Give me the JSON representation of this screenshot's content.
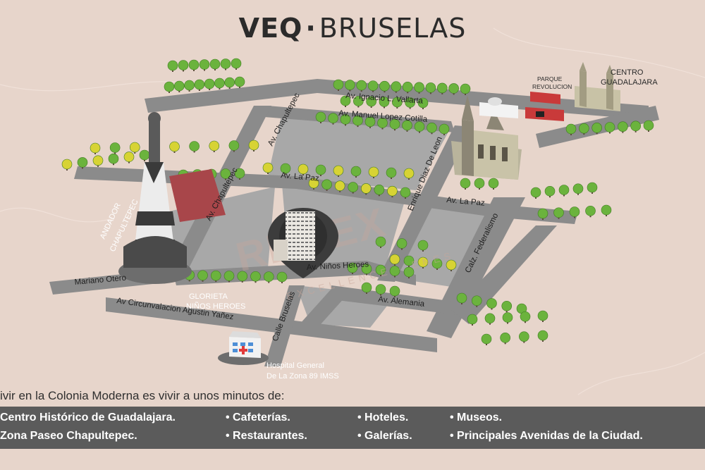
{
  "header": {
    "brand": "VEQ",
    "separator": "·",
    "name": "BRUSELAS"
  },
  "map": {
    "roads": {
      "vallarta": "Av. Ignacio L. Vallarta",
      "manuel_lopez_cotilla": "Av. Manuel Lopez Cotilla",
      "chapultepec_upper": "Av. Chapultepec",
      "chapultepec_lower": "Av. Chapultepec",
      "la_paz_left": "Av. La Paz",
      "la_paz_right": "Av. La Paz",
      "enrique_diaz_de_leon": "Enrique Diaz De Leon",
      "federalismo": "Calz. Federalismo",
      "ninos_heroes": "Av. Niños Heroes",
      "alemania": "Av. Alemania",
      "mariano_otero": "Mariano Otero",
      "circunvalacion": "Av Circunvalacion Agustin Yañez",
      "calle_bruselas": "Calle Bruselas"
    },
    "places": {
      "andador_line1": "ANDADOR",
      "andador_line2": "CHAPULTEPEC",
      "glorieta_line1": "GLORIETA",
      "glorieta_line2": "NIÑOS HEROES",
      "parque_line1": "PARQUE",
      "parque_line2": "REVOLUCION",
      "centro_line1": "CENTRO",
      "centro_line2": "GUADALAJARA",
      "hospital_line1": "Hospital General",
      "hospital_line2": "De La Zona 89 IMSS"
    },
    "watermark": {
      "main": "REMEX",
      "sub": "EXCELLENCE · ENES"
    },
    "colors": {
      "background": "#e7d5cb",
      "road": "#8b8b8b",
      "block": "#a8a8a8",
      "tree_green": "#6bb33d",
      "tree_yellow": "#d7d334",
      "pin": "#3c3c3c",
      "band": "#5b5b5b"
    }
  },
  "tagline": "ivir en la Colonia Moderna es vivir a unos minutos de:",
  "features": [
    {
      "text": "Centro Histórico de Guadalajara."
    },
    {
      "text": "• Cafeterías."
    },
    {
      "text": "• Hoteles."
    },
    {
      "text": "• Museos."
    },
    {
      "text": "Zona Paseo Chapultepec."
    },
    {
      "text": "• Restaurantes."
    },
    {
      "text": "• Galerías."
    },
    {
      "text": "• Principales Avenidas de la Ciudad."
    }
  ]
}
